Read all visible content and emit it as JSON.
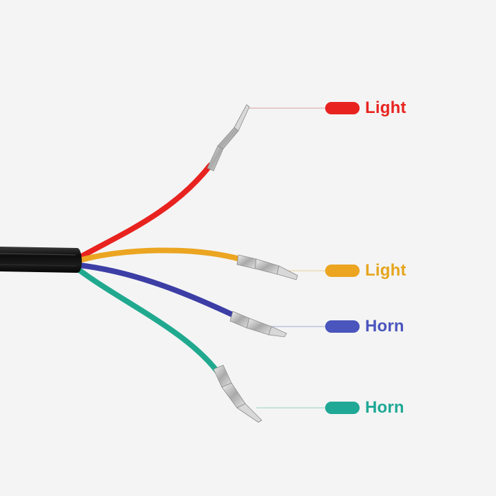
{
  "wires": [
    {
      "color_name": "red",
      "hex": "#e8231f",
      "label": "Light",
      "label_color": "#e8231f"
    },
    {
      "color_name": "yellow",
      "hex": "#eba521",
      "label": "Light",
      "label_color": "#e5a51d"
    },
    {
      "color_name": "blue",
      "hex": "#3c3ea6",
      "label": "Horn",
      "label_color": "#4a55bd"
    },
    {
      "color_name": "green",
      "hex": "#21a98f",
      "label": "Horn",
      "label_color": "#1ea895"
    }
  ],
  "colors": {
    "background": "#f4f4f4",
    "cable_jacket": "#111111",
    "leader_line": "#cfcfcf",
    "terminal_metal": "#c9c9c9"
  }
}
